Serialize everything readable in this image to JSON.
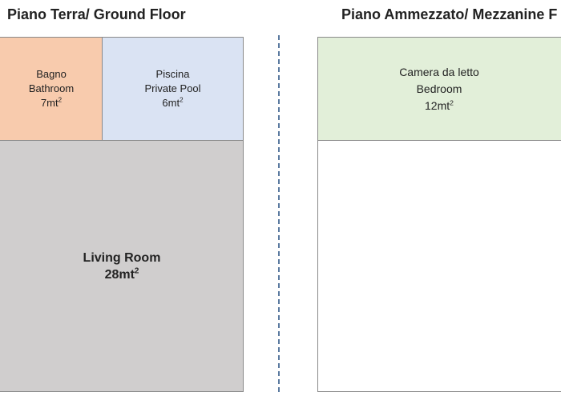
{
  "floors": {
    "ground": {
      "title": "Piano Terra/ Ground Floor",
      "rooms": {
        "bathroom": {
          "name_it": "Bagno",
          "name_en": "Bathroom",
          "area": "7mt",
          "unit_sup": "2",
          "color": "#f8cbad"
        },
        "pool": {
          "name_it": "Piscina",
          "name_en": "Private Pool",
          "area": "6mt",
          "unit_sup": "2",
          "color": "#dae3f3"
        },
        "living": {
          "name": "Living Room",
          "area": "28mt",
          "unit_sup": "2",
          "color": "#d0cece"
        }
      }
    },
    "mezzanine": {
      "title": "Piano Ammezzato/ Mezzanine F",
      "rooms": {
        "bedroom": {
          "name_it": "Camera da letto",
          "name_en": "Bedroom",
          "area": "12mt",
          "unit_sup": "2",
          "color": "#e2efd9"
        }
      }
    }
  },
  "colors": {
    "divider": "#5b7aa0",
    "room_border": "#8a8a8a"
  }
}
